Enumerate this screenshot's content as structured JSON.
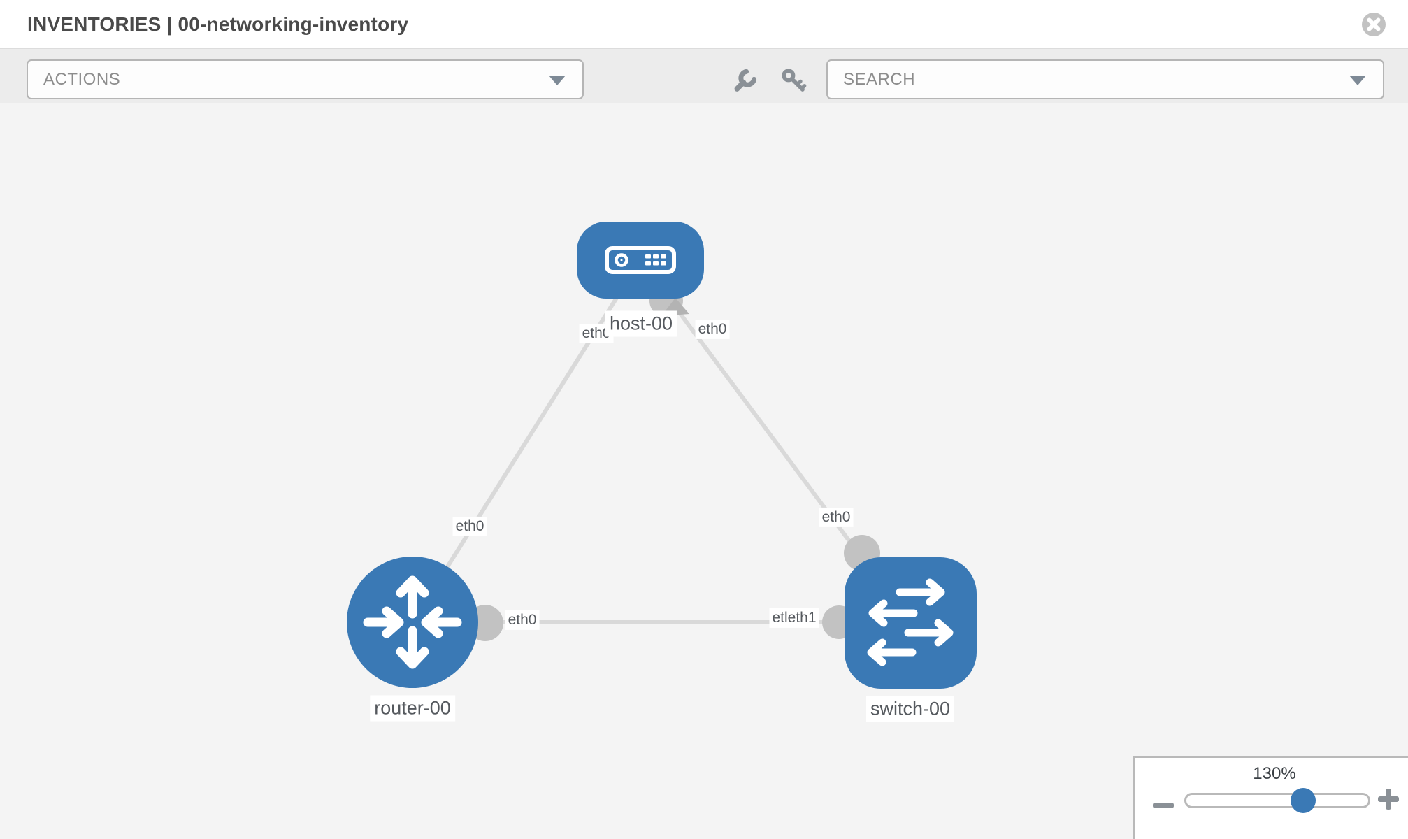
{
  "header": {
    "title": "INVENTORIES | 00-networking-inventory",
    "close_icon": "circle-x-icon"
  },
  "toolbar": {
    "actions_label": "ACTIONS",
    "search_label": "SEARCH",
    "icons": [
      "wrench-icon",
      "key-icon",
      "chevron-down-icon"
    ]
  },
  "topology": {
    "nodes": [
      {
        "label": "host-00",
        "type": "host",
        "shape": "rounded-rect",
        "icon": "server-icon"
      },
      {
        "label": "router-00",
        "type": "router",
        "shape": "circle",
        "icon": "router-arrows-icon"
      },
      {
        "label": "switch-00",
        "type": "switch",
        "shape": "rounded-square",
        "icon": "switch-arrows-icon"
      }
    ],
    "links": [
      {
        "from": "host-00",
        "from_iface": "eth0",
        "to": "router-00",
        "to_iface": "eth0"
      },
      {
        "from": "host-00",
        "from_iface": "eth0",
        "to": "switch-00",
        "to_iface": "eth0"
      },
      {
        "from": "router-00",
        "from_iface": "eth0",
        "to": "switch-00",
        "to_iface": "eth1"
      }
    ],
    "displayed_iface_labels": [
      "eth0",
      "eth0",
      "eth0",
      "eth0",
      "eth0",
      "etleth1"
    ]
  },
  "zoom": {
    "level": "130%",
    "minus_icon": "minus-icon",
    "plus_icon": "plus-icon"
  },
  "colors": {
    "node_blue": "#3a79b5",
    "link_gray": "#d9d9d9",
    "connector_gray": "#c2c2c2",
    "toolbar_bg": "#ececec",
    "canvas_bg": "#f4f4f4",
    "label_text": "#55595e"
  }
}
